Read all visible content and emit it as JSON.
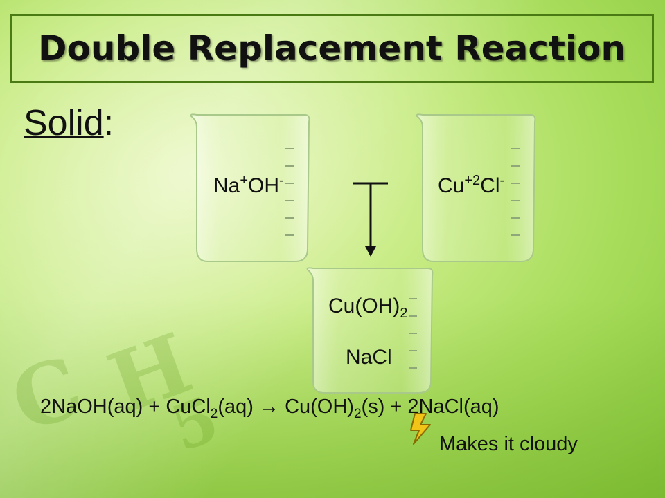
{
  "title": "Double Replacement Reaction",
  "solid": {
    "word": "Solid",
    "colon": ":"
  },
  "beaker_left": {
    "base": "Na",
    "base_sup": "+",
    "anion": "OH",
    "anion_sup": "-"
  },
  "beaker_right": {
    "base": "Cu",
    "base_sup": "+2",
    "anion": "Cl",
    "anion_sup": "-"
  },
  "beaker_bottom": {
    "line1": "Cu(OH)",
    "line1_sub": "2",
    "line2": "NaCl"
  },
  "equation": {
    "p1": "2NaOH(aq) + CuCl",
    "s1": "2",
    "p2": "(aq)",
    "arrow": " → ",
    "p3": "Cu(OH)",
    "s3": "2",
    "p4": "(s) + 2NaCl(aq)"
  },
  "note": "Makes it cloudy",
  "colors": {
    "border": "#4a7a14",
    "bolt": "#f2c417",
    "bolt_outline": "#8a6a00"
  }
}
